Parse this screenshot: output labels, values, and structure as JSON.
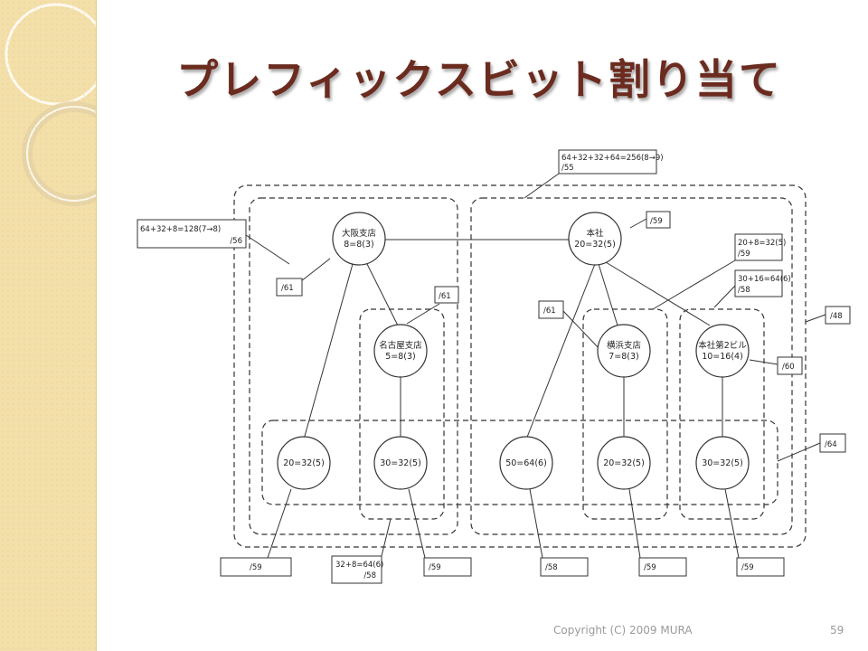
{
  "slide": {
    "title": "プレフィックスビット割り当て",
    "copyright": "Copyright (C) 2009 MURA",
    "page_number": "59"
  },
  "nodes": {
    "osaka": [
      "大阪支店",
      "8=8(3)"
    ],
    "honsha": [
      "本社",
      "20=32(5)"
    ],
    "nagoya": [
      "名古屋支店",
      "5=8(3)"
    ],
    "yokohama": [
      "横浜支店",
      "7=8(3)"
    ],
    "honsha2": [
      "本社第2ビル",
      "10=16(4)"
    ],
    "leaf1": [
      "20=32(5)"
    ],
    "leaf2": [
      "30=32(5)"
    ],
    "leaf3": [
      "50=64(6)"
    ],
    "leaf4": [
      "20=32(5)"
    ],
    "leaf5": [
      "30=32(5)"
    ]
  },
  "labels": {
    "top": [
      "64+32+32+64=256(8→9)",
      "/55"
    ],
    "left": [
      "64+32+8=128(7→8)",
      "/56"
    ],
    "osaka_prefix": [
      "/61"
    ],
    "nagoya_prefix": [
      "/61"
    ],
    "honsha_prefix": [
      "/59"
    ],
    "yokohama_group": [
      "20+8=32(5)",
      "/59"
    ],
    "honsha2_group": [
      "30+16=64(6)",
      "/58"
    ],
    "yokohama_prefix": [
      "/61"
    ],
    "right48": [
      "/48"
    ],
    "right60": [
      "/60"
    ],
    "right64": [
      "/64"
    ],
    "bottom1": [
      "/59"
    ],
    "bottom2": [
      "32+8=64(6)",
      "/58"
    ],
    "bottom3": [
      "/59"
    ],
    "bottom4": [
      "/58"
    ],
    "bottom5": [
      "/59"
    ],
    "bottom6": [
      "/59"
    ]
  }
}
